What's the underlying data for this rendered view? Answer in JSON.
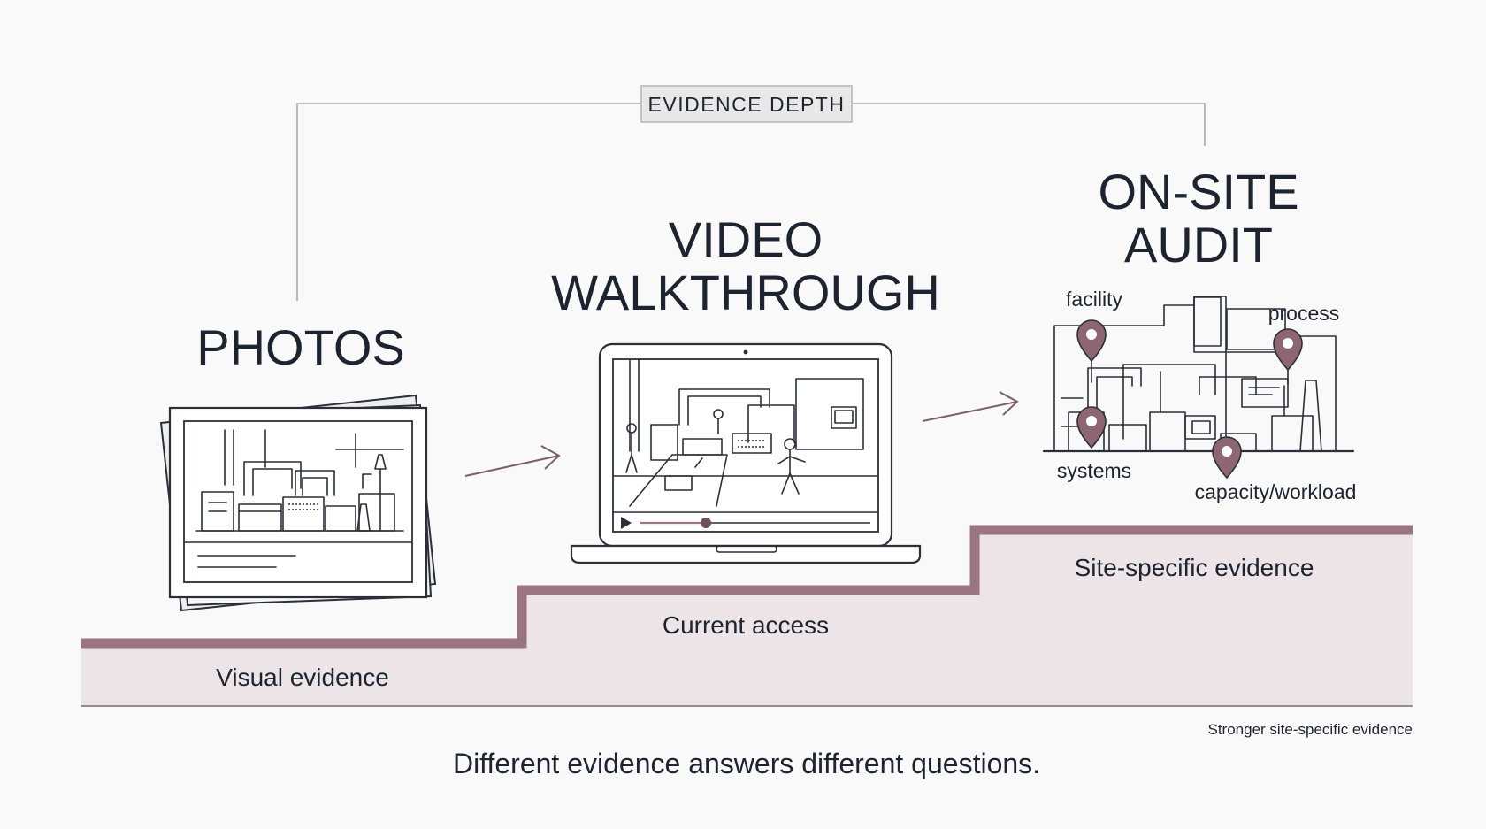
{
  "header_tag": "EVIDENCE DEPTH",
  "stages": [
    {
      "title_lines": [
        "PHOTOS"
      ],
      "step_label": "Visual evidence"
    },
    {
      "title_lines": [
        "VIDEO",
        "WALKTHROUGH"
      ],
      "step_label": "Current access"
    },
    {
      "title_lines": [
        "ON-SITE",
        "AUDIT"
      ],
      "step_label": "Site-specific evidence"
    }
  ],
  "audit_pins": [
    "facility",
    "process",
    "systems",
    "capacity/workload"
  ],
  "axis_note": "Stronger site-specific evidence",
  "footer": "Different evidence answers different questions.",
  "colors": {
    "accent": "#9a7480",
    "step_fill": "#ede4e7",
    "ink": "#2b2f38",
    "tag_bg": "#e8e8e8"
  }
}
